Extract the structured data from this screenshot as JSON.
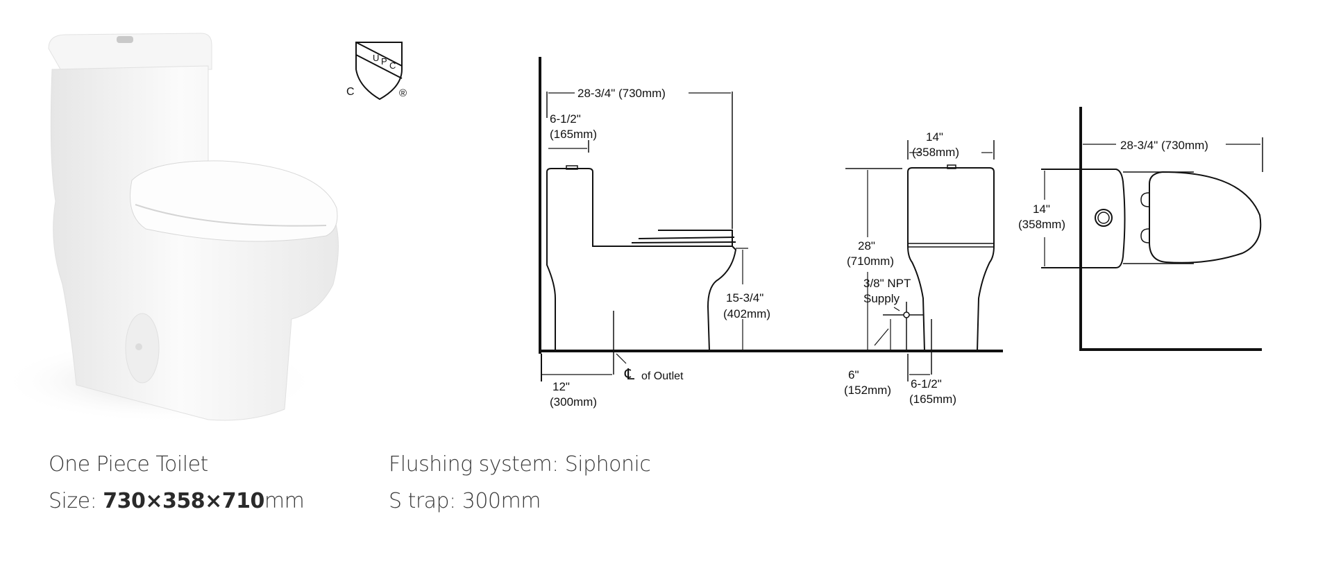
{
  "product": {
    "name": "One Piece Toilet",
    "size_label": "Size:",
    "size_value": "730×358×710",
    "size_unit": "mm",
    "flushing_system": "Flushing system: Siphonic",
    "s_trap": "S trap: 300mm"
  },
  "certification": {
    "icon": "cupc-shield-icon",
    "shield_text": [
      "U",
      "P",
      "C"
    ],
    "left_mark": "C",
    "registered_mark": "®"
  },
  "side_view": {
    "overall_length": "28-3/4\" (730mm)",
    "tank_offset_in": "6-1/2\"",
    "tank_offset_mm": "(165mm)",
    "seat_height_in": "15-3/4\"",
    "seat_height_mm": "(402mm)",
    "rough_in_in": "12\"",
    "rough_in_mm": "(300mm)",
    "outlet_label": "of Outlet",
    "centerline_symbol": "℄"
  },
  "front_view": {
    "width_in": "14\"",
    "width_mm": "(358mm)",
    "height_in": "28\"",
    "height_mm": "(710mm)",
    "supply_line1": "3/8\" NPT",
    "supply_line2": "Supply",
    "supply_height_in": "6\"",
    "supply_height_mm": "(152mm)",
    "supply_offset_in": "6-1/2\"",
    "supply_offset_mm": "(165mm)"
  },
  "top_view": {
    "overall_length": "28-3/4\" (730mm)",
    "width_in": "14\"",
    "width_mm": "(358mm)"
  }
}
